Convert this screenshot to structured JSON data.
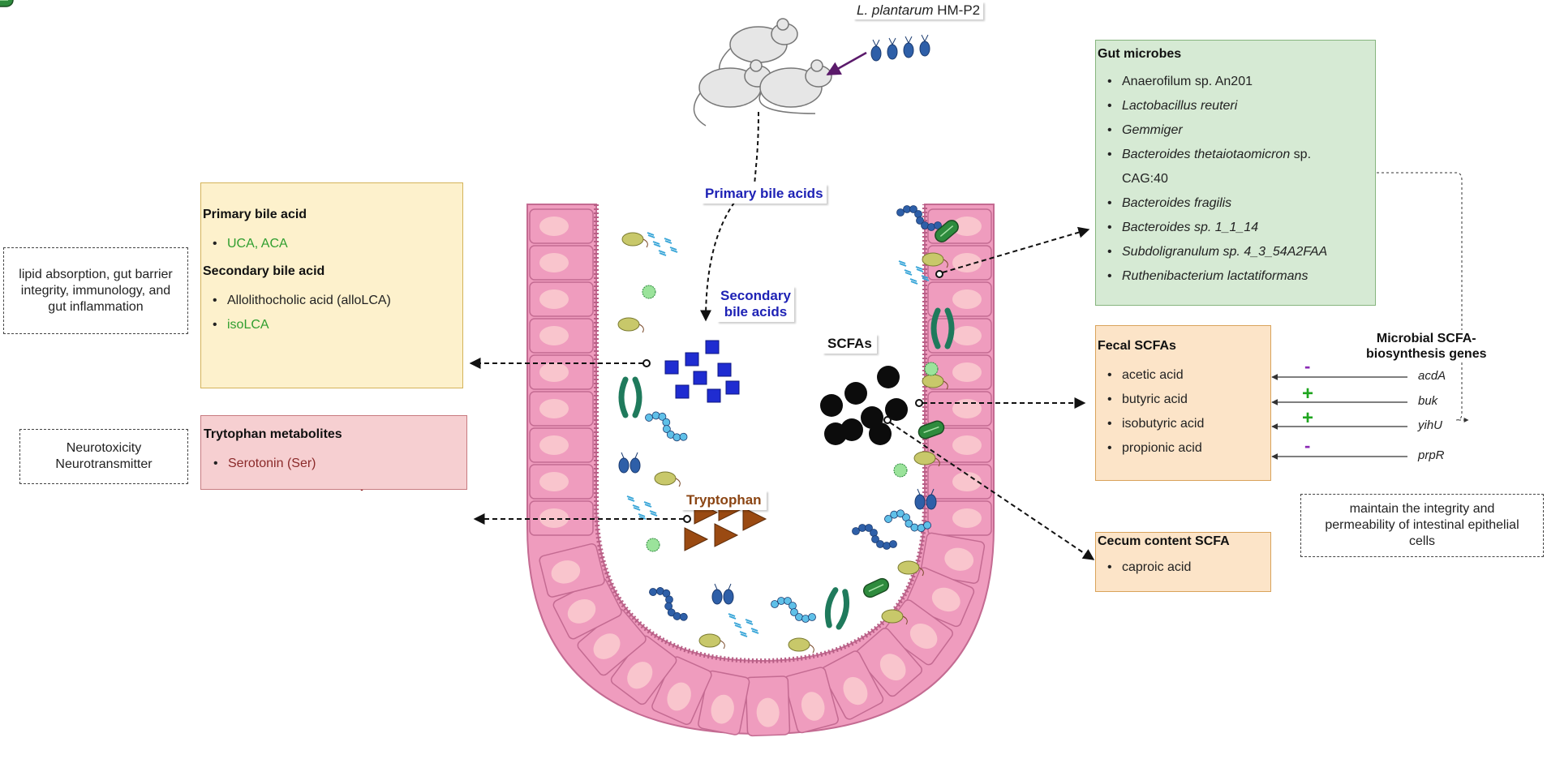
{
  "labels": {
    "strain_name_italic": "L. plantarum",
    "strain_suffix": " HM-P2",
    "primary_bile_acids": "Primary bile acids",
    "secondary_bile_acids_line1": "Secondary",
    "secondary_bile_acids_line2": "bile acids",
    "scfas": "SCFAs",
    "tryptophan": "Tryptophan"
  },
  "bile_box": {
    "primary_title": "Primary bile acid",
    "primary_items": [
      "UCA, ACA"
    ],
    "secondary_title": "Secondary bile acid",
    "secondary_items": [
      "Allolithocholic acid (alloLCA)",
      "isoLCA"
    ]
  },
  "bile_note": {
    "lines": [
      "lipid absorption, gut barrier",
      "integrity, immunology, and",
      "gut inflammation"
    ]
  },
  "tryptophan_box": {
    "title": "Trytophan metabolites",
    "items": [
      "Serotonin (Ser)"
    ]
  },
  "tryptophan_note": {
    "lines": [
      "Neurotoxicity",
      "Neurotransmitter"
    ]
  },
  "microbes_box": {
    "title": "Gut microbes",
    "items": [
      {
        "text": "Anaerofilum sp. An201",
        "italic": false
      },
      {
        "text": "Lactobacillus reuteri",
        "italic": true
      },
      {
        "text": "Gemmiger",
        "italic": true
      },
      {
        "text": "Bacteroides thetaiotaomicron",
        "italic": true,
        "suffix": " sp."
      },
      {
        "text": "CAG:40",
        "italic": false,
        "continuation": true
      },
      {
        "text": "Bacteroides fragilis",
        "italic": true
      },
      {
        "text": "Bacteroides sp. 1_1_14",
        "italic": true
      },
      {
        "text": "Subdoligranulum sp. 4_3_54A2FAA",
        "italic": true
      },
      {
        "text": "Ruthenibacterium lactatiformans",
        "italic": true
      }
    ]
  },
  "fecal_box": {
    "title": "Fecal SCFAs",
    "items": [
      "acetic acid",
      "butyric acid",
      "isobutyric acid",
      "propionic acid"
    ]
  },
  "cecum_box": {
    "title": "Cecum content SCFA",
    "items": [
      "caproic acid"
    ]
  },
  "genes": {
    "title_line1": "Microbial SCFA-",
    "title_line2": "biosynthesis genes",
    "items": [
      {
        "name": "acdA",
        "sign": "-"
      },
      {
        "name": "buk",
        "sign": "+"
      },
      {
        "name": "yihU",
        "sign": "+"
      },
      {
        "name": "prpR",
        "sign": "-"
      }
    ]
  },
  "scfa_note": {
    "lines": [
      "maintain the integrity and",
      "permeability of intestinal epithelial",
      "cells"
    ]
  },
  "colors": {
    "bile_box_fill": "#fdf1cc",
    "bile_box_border": "#d4b35a",
    "trp_box_fill": "#f6cfd1",
    "trp_box_border": "#c77b80",
    "microbes_fill": "#d6ead4",
    "microbes_border": "#86b57e",
    "scfa_fill": "#fce4c8",
    "scfa_border": "#d9a35b",
    "gut_tissue": "#ef9cbe",
    "gut_cell_border": "#c46b92",
    "nucleus": "#f9c5cd",
    "label_blue": "#1e22b5",
    "trp_brown": "#8b4513",
    "up_arrow": "#8b1a1a",
    "plus_green": "#1fa51f",
    "minus_purple": "#8b2bb5"
  }
}
